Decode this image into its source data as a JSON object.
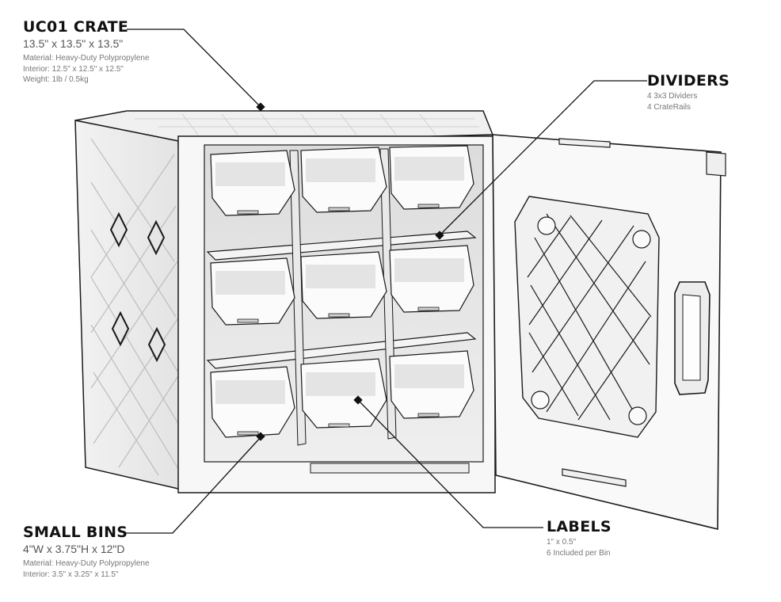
{
  "callouts": {
    "crate": {
      "title": "UC01 CRATE",
      "dimensions": "13.5\" x 13.5\" x 13.5\"",
      "material": "Material: Heavy-Duty Polypropylene",
      "interior": "Interior: 12.5\" x 12.5\" x 12.5\"",
      "weight": "Weight:  1lb / 0.5kg"
    },
    "dividers": {
      "title": "DIVIDERS",
      "line1": "4 3x3 Dividers",
      "line2": "4 CrateRails"
    },
    "bins": {
      "title": "SMALL BINS",
      "dimensions": "4\"W x 3.75\"H x 12\"D",
      "material": "Material: Heavy-Duty Polypropylene",
      "interior": "Interior: 3.5\" x 3.25\" x 11.5\""
    },
    "labels": {
      "title": "LABELS",
      "size": "1\" x 0.5\"",
      "included": "6 Included per Bin"
    }
  },
  "colors": {
    "line": "#111111",
    "outline": "#1a1a1a",
    "shade": "#e8e8e8",
    "deep": "#cfcfcf"
  }
}
